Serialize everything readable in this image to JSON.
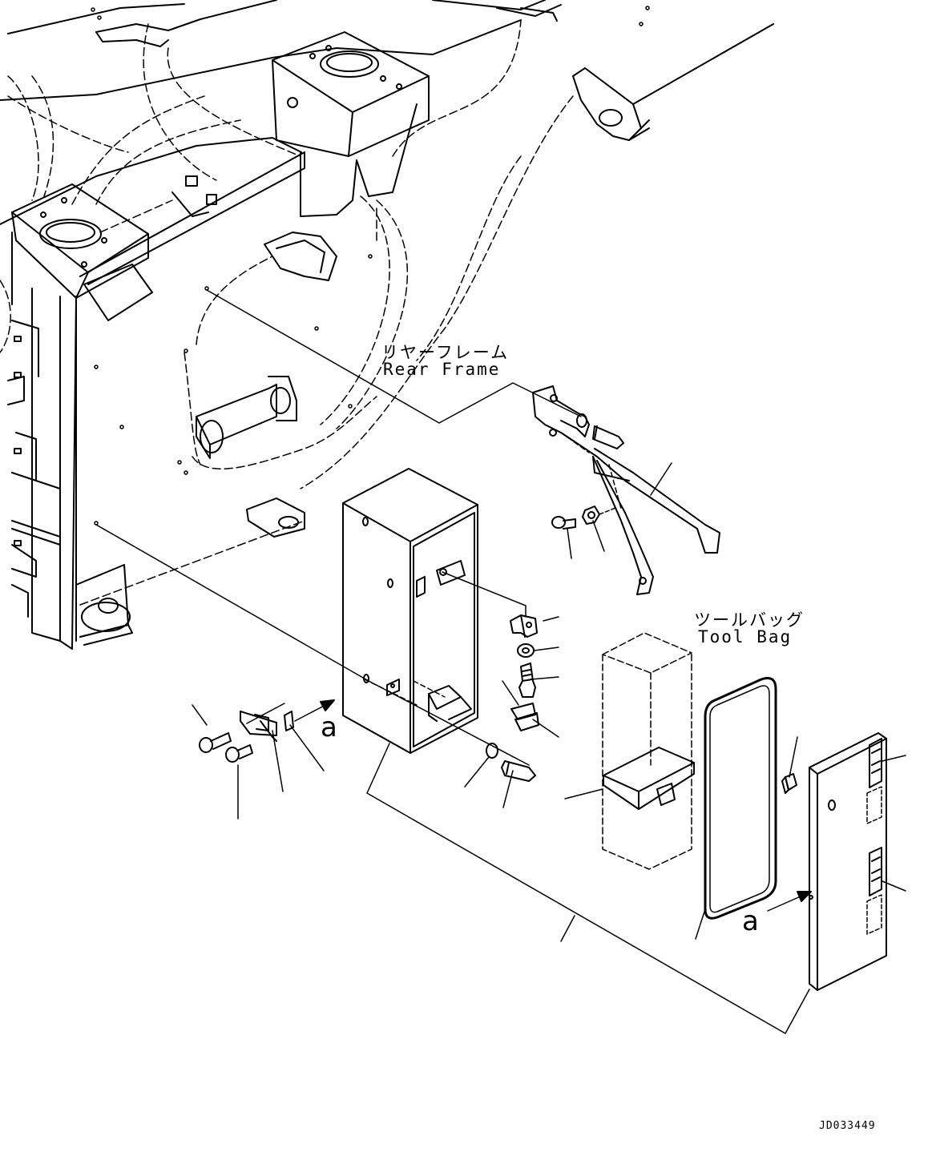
{
  "labels": {
    "rear_frame_jp": "リヤーフレーム",
    "rear_frame_en": "Rear Frame",
    "tool_bag_jp": "ツールバッグ",
    "tool_bag_en": "Tool Bag",
    "view_mark_left": "a",
    "view_mark_right": "a",
    "drawing_code": "JD033449"
  },
  "colors": {
    "line": "#000000",
    "background": "#ffffff"
  }
}
